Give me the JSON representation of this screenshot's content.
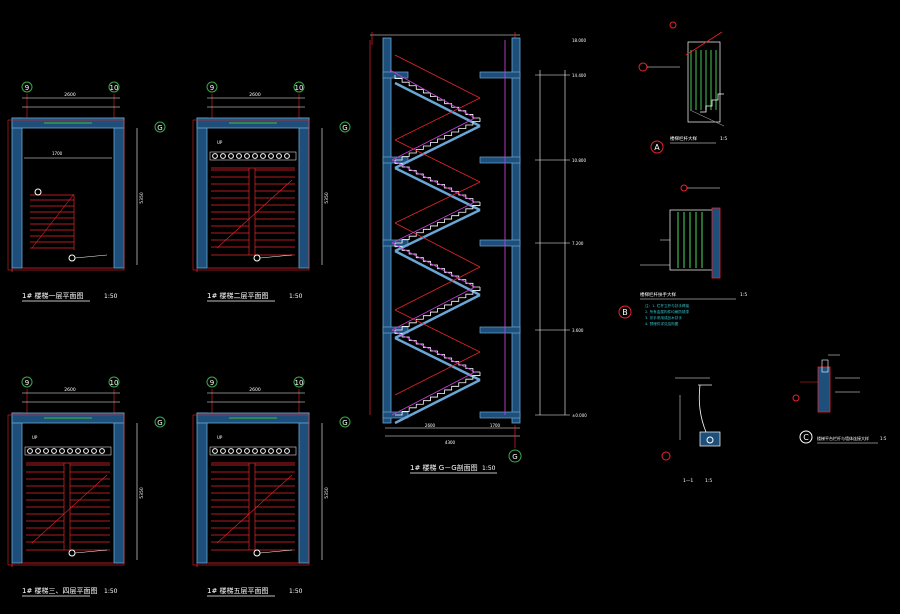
{
  "colors": {
    "background": "#000000",
    "wall": "#6aa6d6",
    "wall_hatch": "#1d4f7a",
    "red": "#e8242b",
    "magenta": "#c040d0",
    "white": "#ffffff",
    "green": "#3aa84a",
    "yellow": "#e6e232",
    "cyan": "#35c0c8",
    "grey": "#9a9a9a"
  },
  "plans": [
    {
      "title": "1# 楼梯一层平面图",
      "scale": "1:50",
      "axis_left": "9",
      "axis_right": "10",
      "axis_side": "G",
      "dims_top": [
        "2600"
      ],
      "dim_side": "5350"
    },
    {
      "title": "1# 楼梯二层平面图",
      "scale": "1:50",
      "axis_left": "9",
      "axis_right": "10",
      "axis_side": "G",
      "dims_top": [
        "2600"
      ],
      "dim_side": "5350"
    },
    {
      "title": "1# 楼梯三、四层平面图",
      "scale": "1:50",
      "axis_left": "9",
      "axis_right": "10",
      "axis_side": "G",
      "dims_top": [
        "2600"
      ],
      "dim_side": "5350"
    },
    {
      "title": "1# 楼梯五层平面图",
      "scale": "1:50",
      "axis_left": "9",
      "axis_right": "10",
      "axis_side": "G",
      "dims_top": [
        "2600"
      ],
      "dim_side": "5350"
    }
  ],
  "section": {
    "title": "1# 楼梯 G－G剖面图",
    "scale": "1:50",
    "axis_bottom": "G",
    "dims_bottom": [
      "2600",
      "1700"
    ],
    "level_marks": [
      "±0.000",
      "3.600",
      "7.200",
      "10.800",
      "14.400",
      "18.000"
    ]
  },
  "details": [
    {
      "id": "A",
      "caption": "楼梯栏杆大样",
      "scale": "1:5"
    },
    {
      "id": "B",
      "caption": "楼梯栏杆扶手大样",
      "scale": "1:5"
    },
    {
      "id": "C",
      "caption": "楼梯平台栏杆与墙体连接大样",
      "scale": "1:5"
    },
    {
      "id": "D",
      "caption": "1—1",
      "scale": "1:5"
    }
  ],
  "detail_b_notes": [
    "注：1. 栏杆立杆与扶手焊接",
    "2. 所有金属构件均刷防锈漆",
    "3. 扶手采用成品木扶手",
    "4. 预埋件详见结构图"
  ]
}
